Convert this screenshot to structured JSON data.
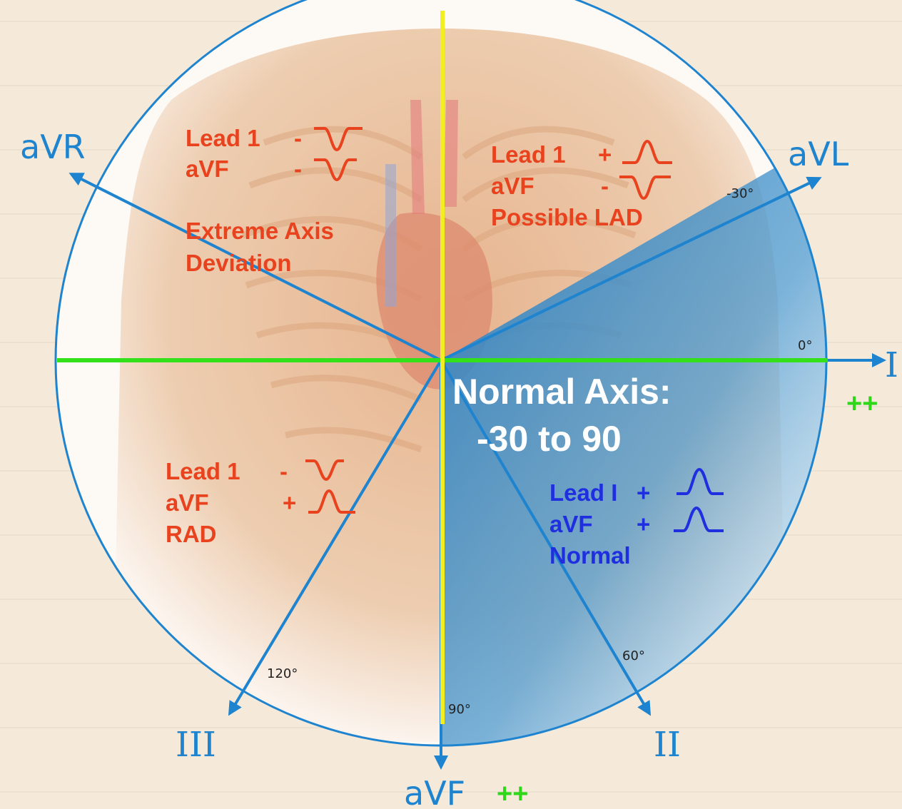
{
  "colors": {
    "axis_blue": "#1f84cf",
    "red_text": "#e8431e",
    "normal_blue": "#1f2fe0",
    "green_line": "#33e01a",
    "yellow_line": "#f2ee22",
    "plus_green": "#2fd61a",
    "normal_region": "#2a7fc0",
    "body_skin": "#e9c2a0",
    "page_bg": "#f5ead9"
  },
  "leads": {
    "avr": "aVR",
    "avl": "aVL",
    "i": "I",
    "ii": "II",
    "iii": "III",
    "avf": "aVF"
  },
  "plus_marks": {
    "lead_i": "++",
    "avf": "++"
  },
  "degrees": {
    "minus30": "-30°",
    "zero": "0°",
    "sixty": "60°",
    "ninety": "90°",
    "one_twenty": "120°"
  },
  "quadrants": {
    "extreme": {
      "lead1": "Lead 1",
      "lead1_sign": "-",
      "avf": "aVF",
      "avf_sign": "-",
      "label_line1": "Extreme Axis",
      "label_line2": "Deviation"
    },
    "lad": {
      "lead1": "Lead 1",
      "lead1_sign": "+",
      "avf": "aVF",
      "avf_sign": "-",
      "label": "Possible LAD"
    },
    "rad": {
      "lead1": "Lead 1",
      "lead1_sign": "-",
      "avf": "aVF",
      "avf_sign": "+",
      "label": "RAD"
    },
    "normal": {
      "lead1": "Lead I",
      "lead1_sign": "+",
      "avf": "aVF",
      "avf_sign": "+",
      "label": "Normal"
    }
  },
  "normal_axis": {
    "title": "Normal Axis:",
    "range": "-30 to 90"
  }
}
